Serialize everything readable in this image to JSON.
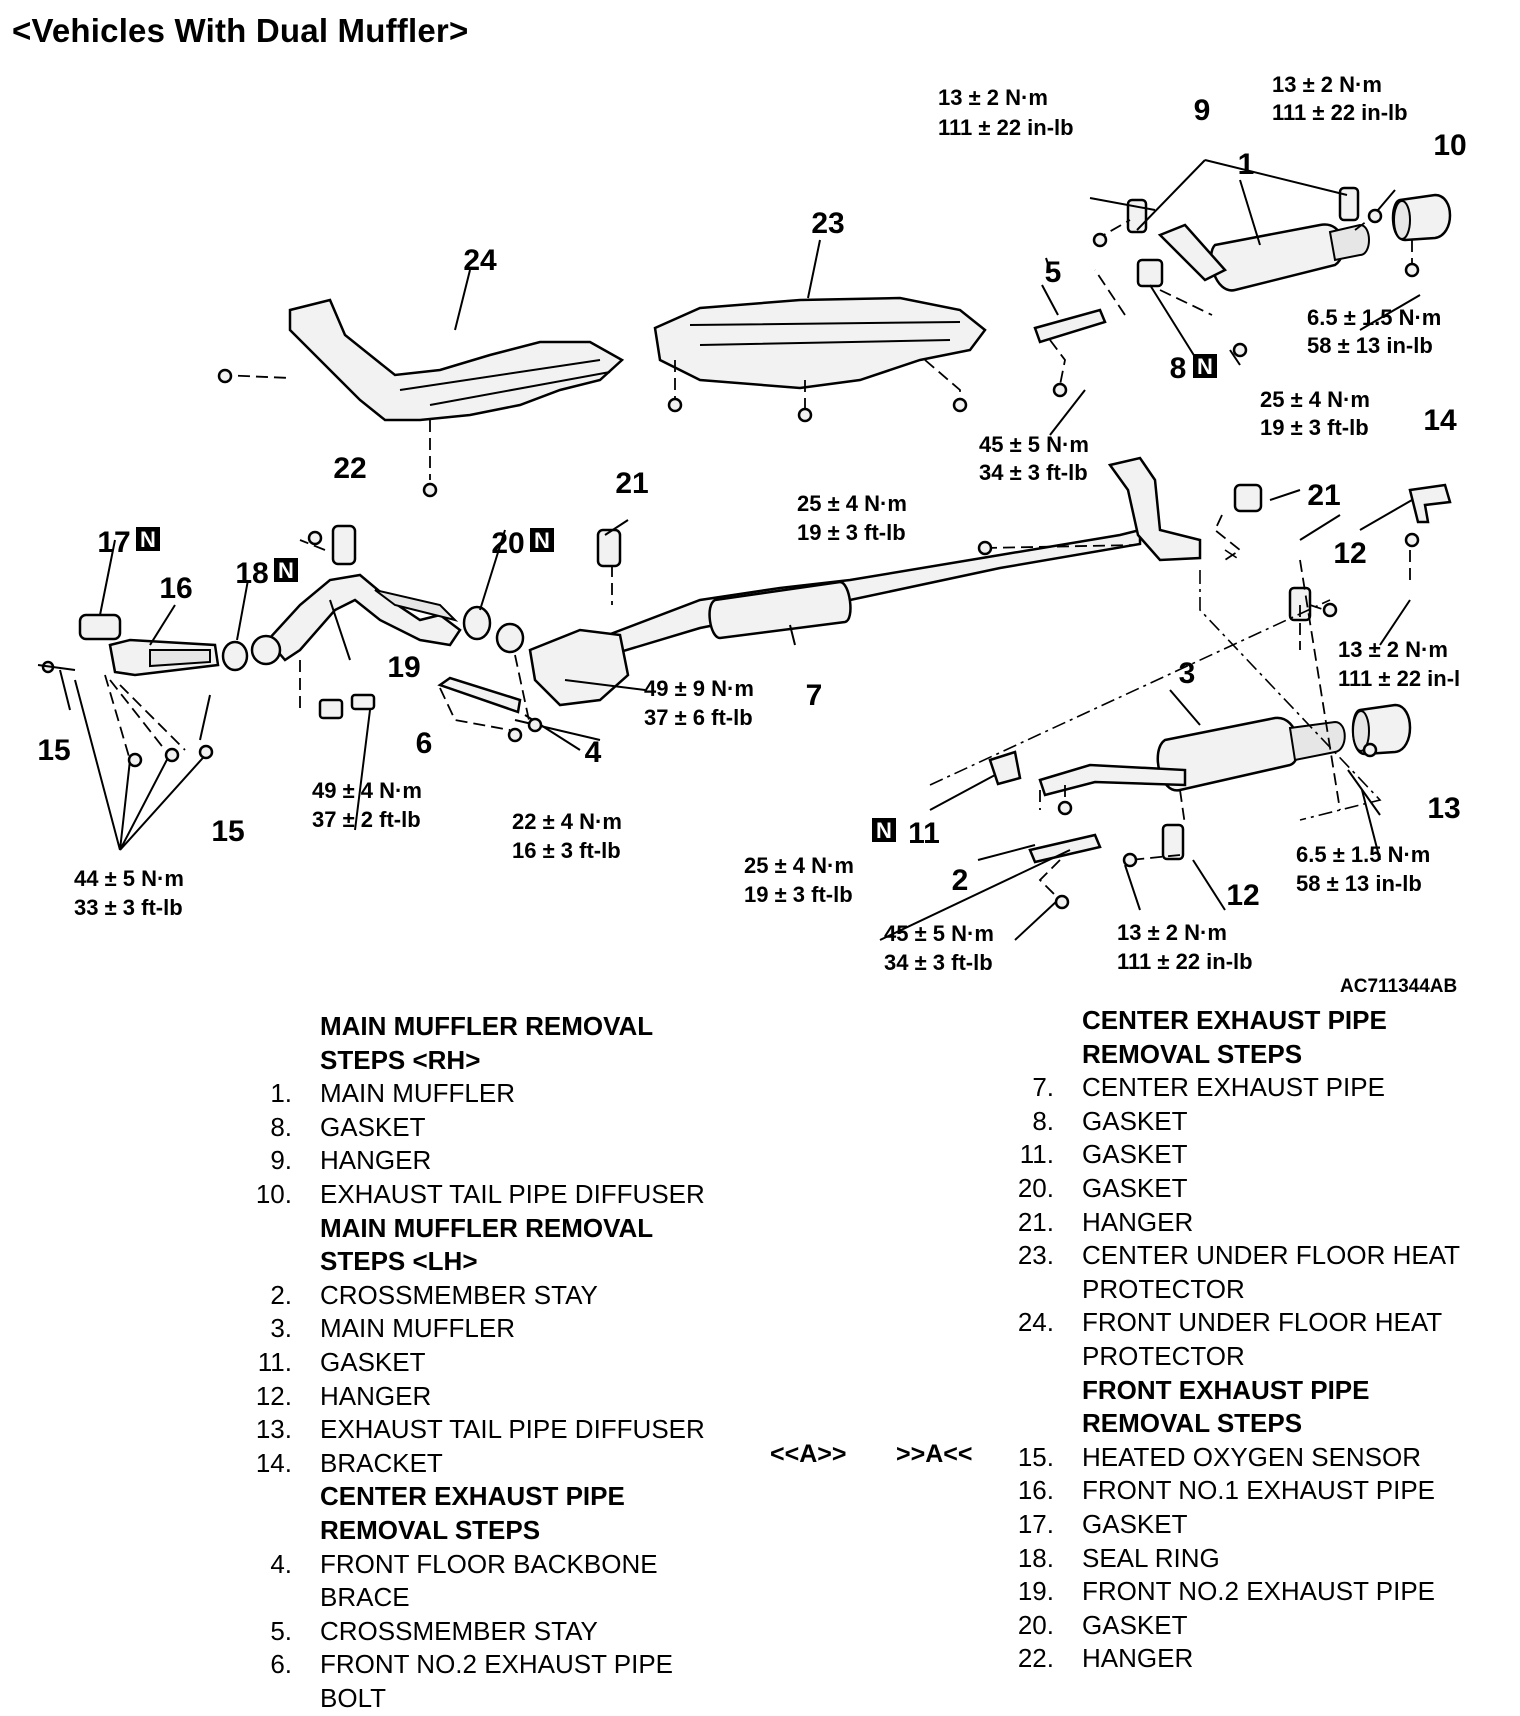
{
  "title": "<Vehicles With Dual Muffler>",
  "figure_code": "AC711344AB",
  "callouts": {
    "c1": "1",
    "c2": "2",
    "c3": "3",
    "c4": "4",
    "c5": "5",
    "c6": "6",
    "c7": "7",
    "c8": "8",
    "c9": "9",
    "c10": "10",
    "c11": "11",
    "c12a": "12",
    "c12b": "12",
    "c13": "13",
    "c14": "14",
    "c15a": "15",
    "c15b": "15",
    "c16": "16",
    "c17": "17",
    "c18": "18",
    "c19": "19",
    "c20": "20",
    "c21a": "21",
    "c21b": "21",
    "c22": "22",
    "c23": "23",
    "c24": "24"
  },
  "n_mark": "N",
  "torques": {
    "t9_nm": "13 ± 2 N·m",
    "t9_in": "111 ± 22 in-lb",
    "t10_nm": "13 ± 2 N·m",
    "t10_in": "111 ± 22 in-lb",
    "t1b_nm": "6.5 ± 1.5 N·m",
    "t1b_in": "58 ± 13 in-lb",
    "t8_nm": "25 ± 4 N·m",
    "t8_ft": "19 ± 3 ft-lb",
    "t5_nm": "45 ± 5 N·m",
    "t5_ft": "34 ± 3 ft-lb",
    "t21_nm": "25 ± 4 N·m",
    "t21_ft": "19 ± 3 ft-lb",
    "t14_nm": "13 ± 2 N·m",
    "t14_in": "111 ± 22 in-l",
    "t20_nm": "49 ± 9 N·m",
    "t20_ft": "37 ± 6 ft-lb",
    "t6_nm": "49 ± 4 N·m",
    "t6_ft": "37 ± 2 ft-lb",
    "t4_nm": "22 ± 4 N·m",
    "t4_ft": "16 ± 3 ft-lb",
    "t15_nm": "44 ± 5 N·m",
    "t15_ft": "33 ± 3 ft-lb",
    "t13_nm": "6.5 ± 1.5 N·m",
    "t13_in": "58 ± 13 in-lb",
    "t11_nm": "25 ± 4 N·m",
    "t11_ft": "19 ± 3 ft-lb",
    "t2_nm": "45 ± 5 N·m",
    "t2_ft": "34 ± 3 ft-lb",
    "t12_nm": "13 ± 2 N·m",
    "t12_in": "111 ± 22 in-lb"
  },
  "list_left": [
    {
      "type": "header",
      "text": "MAIN MUFFLER REMOVAL\nSTEPS <RH>"
    },
    {
      "type": "item",
      "num": "1.",
      "text": "MAIN MUFFLER"
    },
    {
      "type": "item",
      "num": "8.",
      "text": "GASKET"
    },
    {
      "type": "item",
      "num": "9.",
      "text": "HANGER"
    },
    {
      "type": "item",
      "num": "10.",
      "text": "EXHAUST TAIL PIPE DIFFUSER"
    },
    {
      "type": "header",
      "text": "MAIN MUFFLER REMOVAL\nSTEPS <LH>"
    },
    {
      "type": "item",
      "num": "2.",
      "text": "CROSSMEMBER STAY"
    },
    {
      "type": "item",
      "num": "3.",
      "text": "MAIN MUFFLER"
    },
    {
      "type": "item",
      "num": "11.",
      "text": "GASKET"
    },
    {
      "type": "item",
      "num": "12.",
      "text": "HANGER"
    },
    {
      "type": "item",
      "num": "13.",
      "text": "EXHAUST TAIL PIPE DIFFUSER"
    },
    {
      "type": "item",
      "num": "14.",
      "text": "BRACKET"
    },
    {
      "type": "header",
      "text": "CENTER EXHAUST PIPE\nREMOVAL STEPS"
    },
    {
      "type": "item",
      "num": "4.",
      "text": "FRONT FLOOR BACKBONE\nBRACE"
    },
    {
      "type": "item",
      "num": "5.",
      "text": "CROSSMEMBER STAY"
    },
    {
      "type": "item",
      "num": "6.",
      "text": "FRONT NO.2 EXHAUST PIPE\nBOLT"
    }
  ],
  "list_right": [
    {
      "type": "header",
      "text": "CENTER EXHAUST PIPE\nREMOVAL STEPS"
    },
    {
      "type": "item",
      "num": "7.",
      "text": "CENTER EXHAUST PIPE"
    },
    {
      "type": "item",
      "num": "8.",
      "text": "GASKET"
    },
    {
      "type": "item",
      "num": "11.",
      "text": "GASKET"
    },
    {
      "type": "item",
      "num": "20.",
      "text": "GASKET"
    },
    {
      "type": "item",
      "num": "21.",
      "text": "HANGER"
    },
    {
      "type": "item",
      "num": "23.",
      "text": "CENTER UNDER FLOOR HEAT\nPROTECTOR"
    },
    {
      "type": "item",
      "num": "24.",
      "text": "FRONT UNDER FLOOR HEAT\nPROTECTOR"
    },
    {
      "type": "header",
      "text": "FRONT EXHAUST PIPE\nREMOVAL STEPS"
    },
    {
      "type": "item",
      "num": "15.",
      "text": "HEATED OXYGEN SENSOR"
    },
    {
      "type": "item",
      "num": "16.",
      "text": "FRONT NO.1 EXHAUST PIPE"
    },
    {
      "type": "item",
      "num": "17.",
      "text": "GASKET"
    },
    {
      "type": "item",
      "num": "18.",
      "text": "SEAL RING"
    },
    {
      "type": "item",
      "num": "19.",
      "text": "FRONT NO.2 EXHAUST PIPE"
    },
    {
      "type": "item",
      "num": "20.",
      "text": "GASKET"
    },
    {
      "type": "item",
      "num": "22.",
      "text": "HANGER"
    }
  ],
  "marker_left": "<<A>>",
  "marker_right": ">>A<<"
}
